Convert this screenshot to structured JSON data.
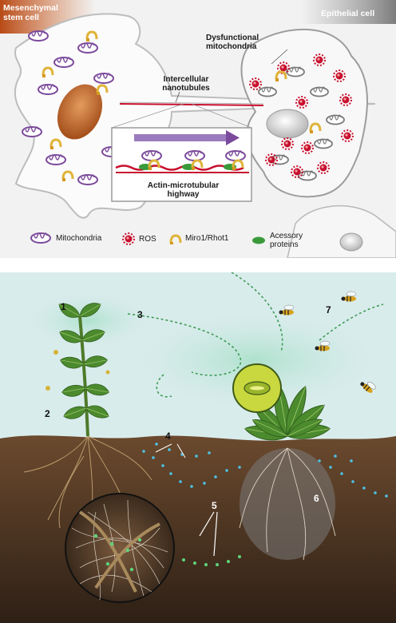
{
  "top_panel": {
    "tag_left": "Mesenchymal stem cell",
    "tag_right": "Epithelial cell",
    "dysfunctional_label": "Dysfunctional mitochondria",
    "nanotubes_label": "Intercellular nanotubules",
    "highway_label": "Actin-microtubular highway",
    "legend": [
      {
        "icon": "mitochondria-icon",
        "label": "Mitochondria"
      },
      {
        "icon": "ros-icon",
        "label": "ROS"
      },
      {
        "icon": "miro-rhot-icon",
        "label": "Miro1/Rhot1"
      },
      {
        "icon": "accessory-protein-icon",
        "label": "Acessory proteins"
      }
    ],
    "colors": {
      "mitochondria": "#8a5fa8",
      "ros": "#c8102e",
      "miro": "#e0b43a",
      "protein": "#3a9a3a",
      "highway": "#c8102e",
      "tag_left": "#c0541f",
      "tag_right": "#8a8a8a"
    }
  },
  "bottom_panel": {
    "numbers": [
      "1",
      "2",
      "3",
      "4",
      "5",
      "6",
      "7"
    ],
    "colors": {
      "sky": "#d9ecec",
      "soil": "#4a3423",
      "plant": "#4c8a2e",
      "signal_dots": "#4dc3e6"
    }
  }
}
